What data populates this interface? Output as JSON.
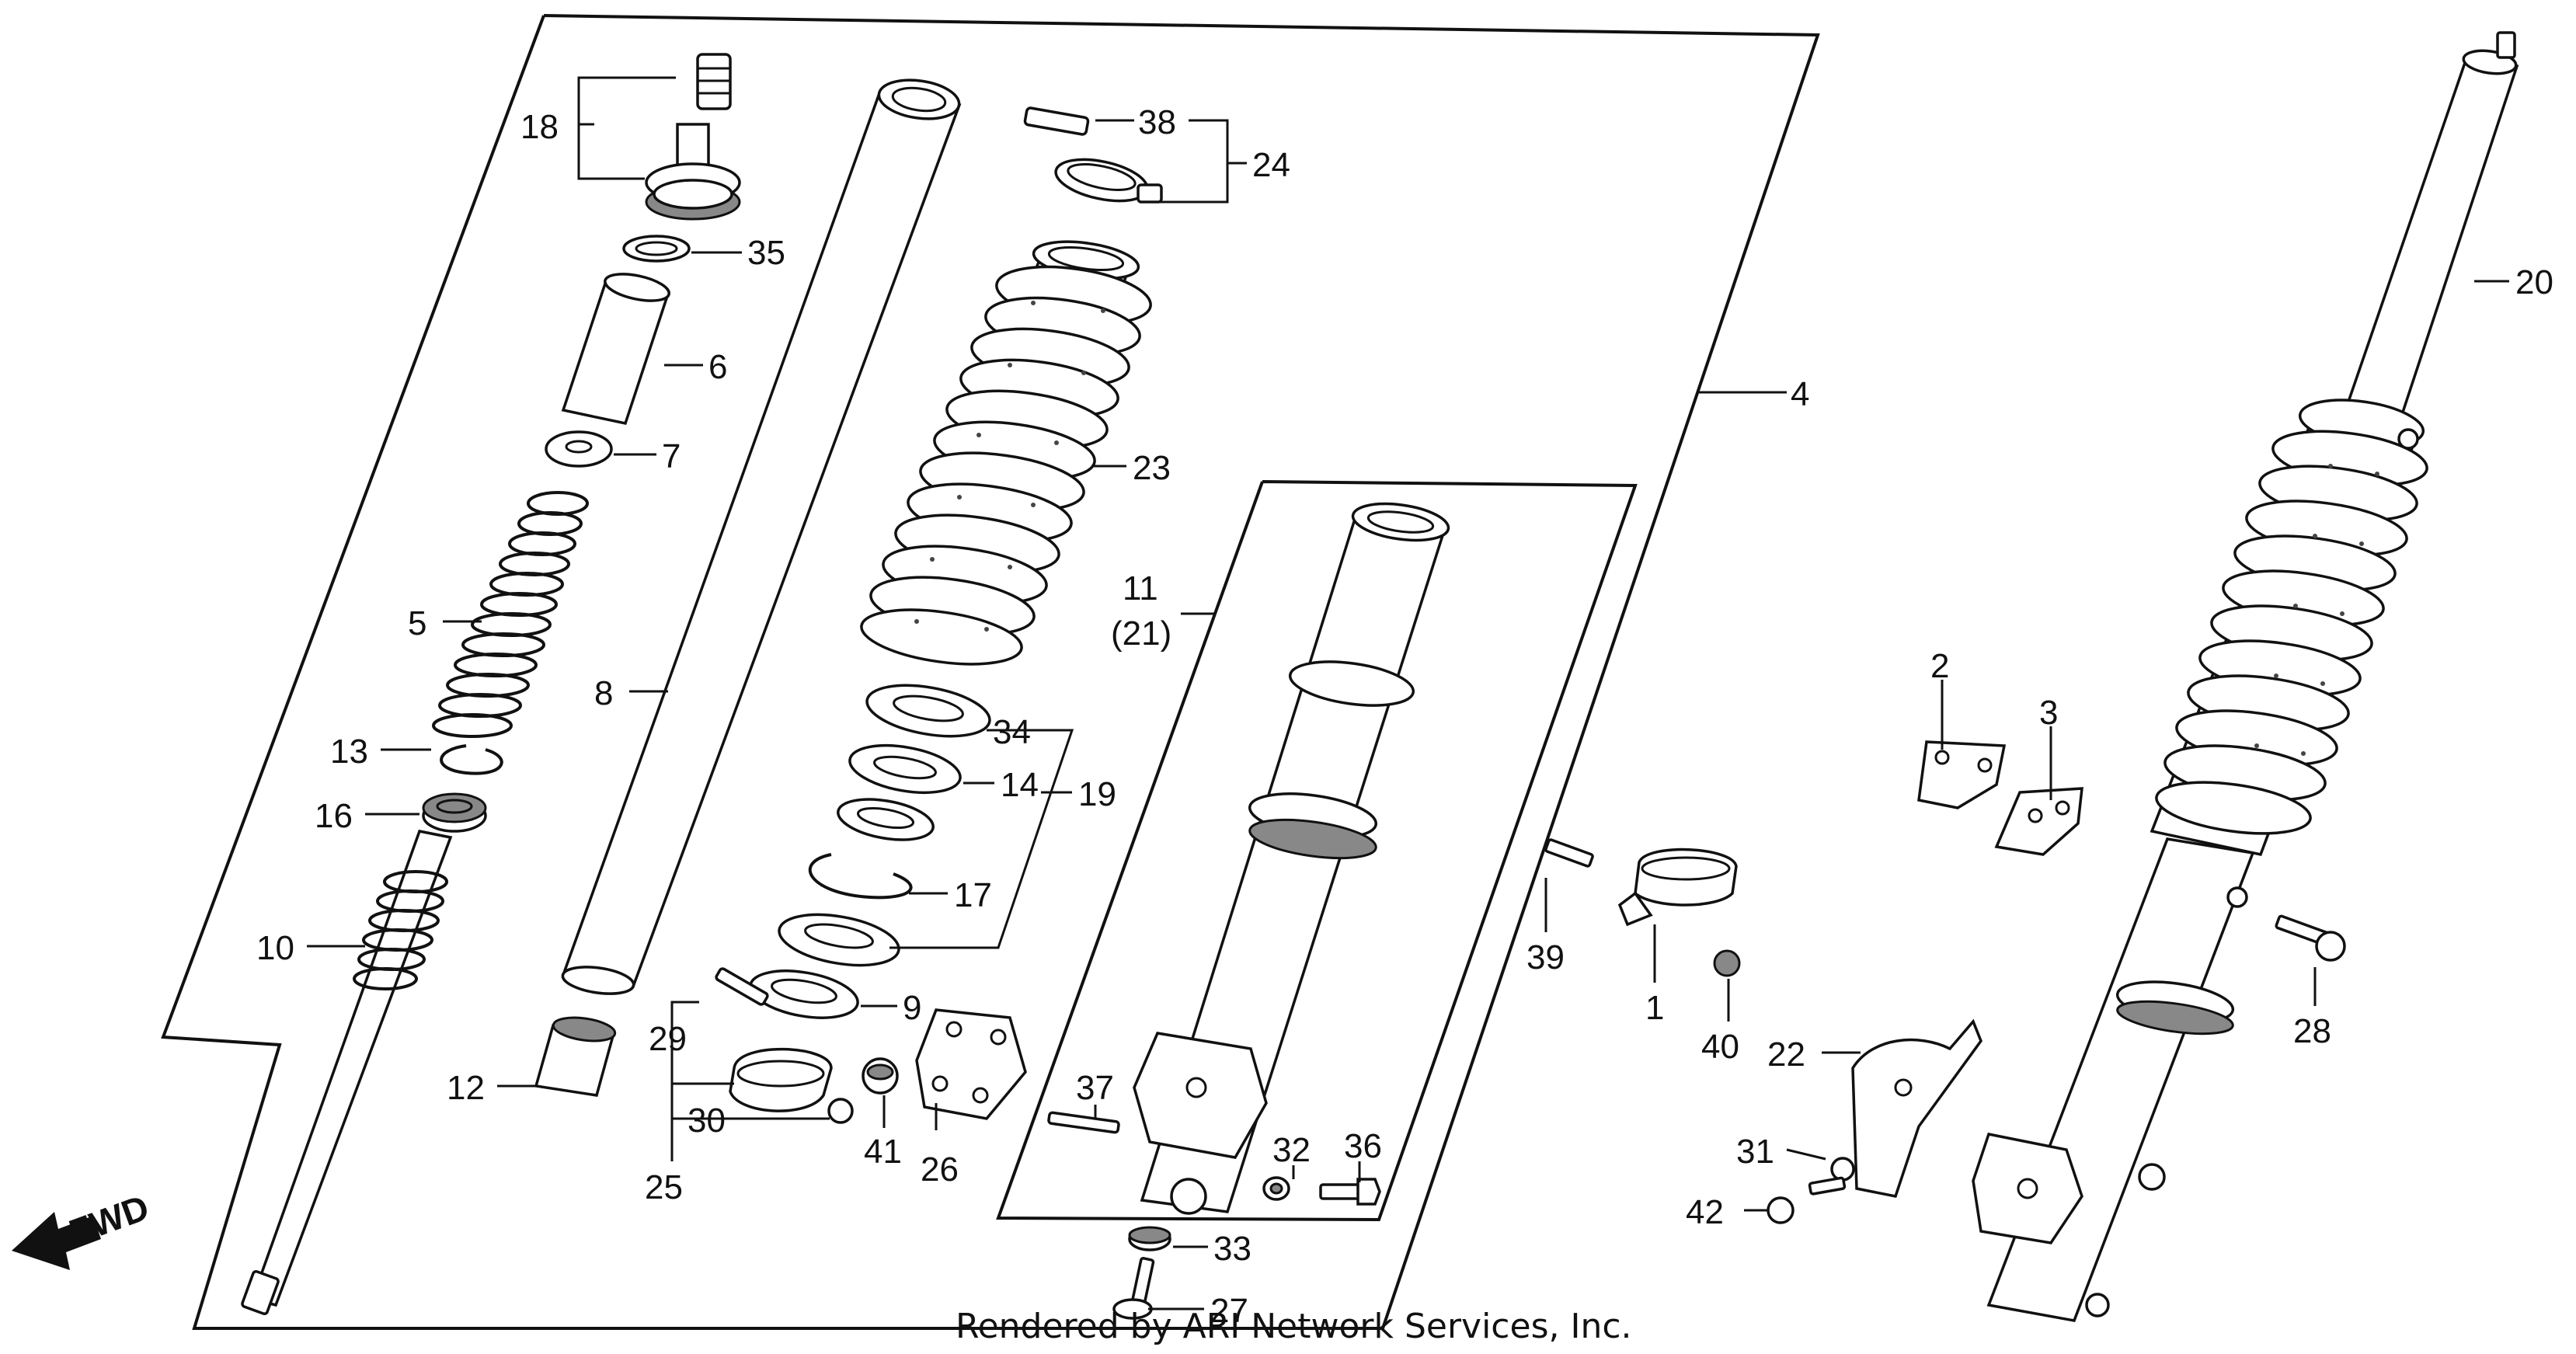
{
  "labels": {
    "l1": "1",
    "l2": "2",
    "l3": "3",
    "l4": "4",
    "l5": "5",
    "l6": "6",
    "l7": "7",
    "l8": "8",
    "l9": "9",
    "l10": "10",
    "l11": "11",
    "l11b": "(21)",
    "l12": "12",
    "l13": "13",
    "l14": "14",
    "l16": "16",
    "l17": "17",
    "l18": "18",
    "l19": "19",
    "l20": "20",
    "l22": "22",
    "l23": "23",
    "l24": "24",
    "l25": "25",
    "l26": "26",
    "l27": "27",
    "l28": "28",
    "l29": "29",
    "l30": "30",
    "l31": "31",
    "l32": "32",
    "l33": "33",
    "l34": "34",
    "l35": "35",
    "l36": "36",
    "l37": "37",
    "l38": "38",
    "l39": "39",
    "l40": "40",
    "l41": "41",
    "l42": "42"
  },
  "fwd_label": "FWD",
  "footer": "Rendered by ARI Network Services, Inc."
}
